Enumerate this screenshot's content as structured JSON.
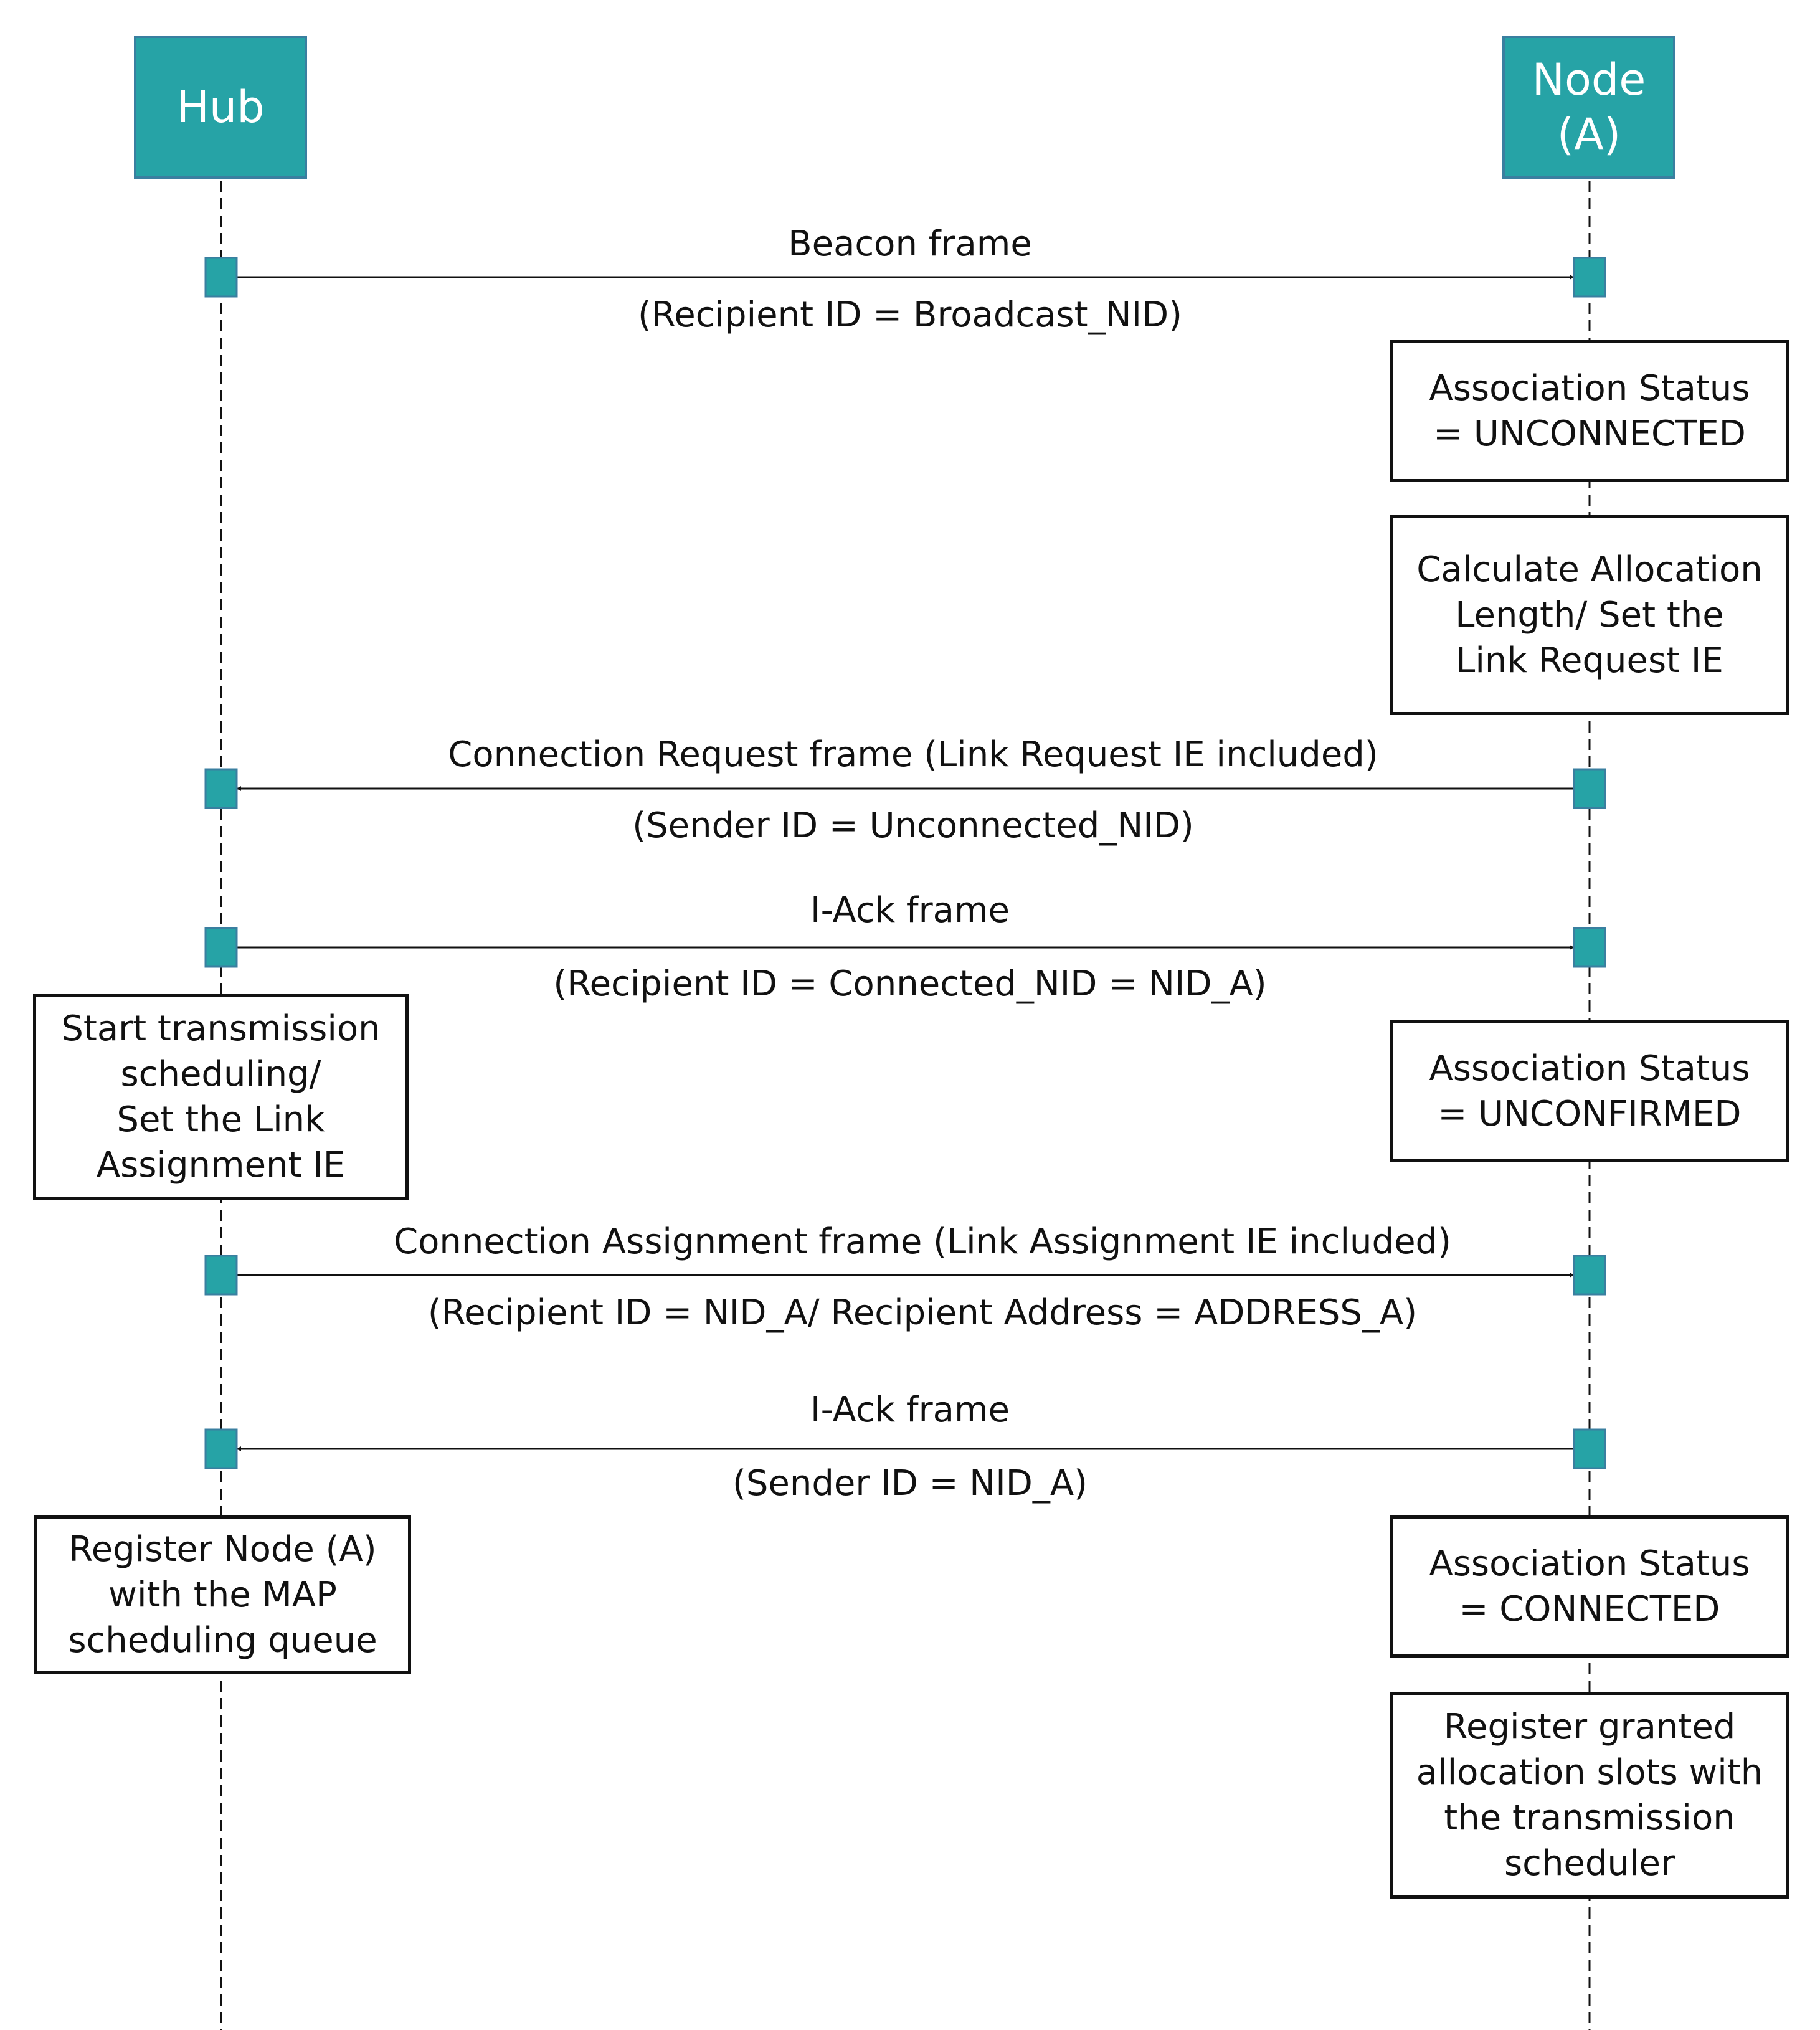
{
  "participants": {
    "hub": "Hub",
    "node": "Node\n(A)"
  },
  "messages": [
    {
      "label": "Beacon frame",
      "detail": "(Recipient ID = Broadcast_NID)",
      "from": "hub",
      "to": "node"
    },
    {
      "label": "Connection Request frame (Link Request IE included)",
      "detail": "(Sender ID = Unconnected_NID)",
      "from": "node",
      "to": "hub"
    },
    {
      "label": "I-Ack frame",
      "detail": "(Recipient ID = Connected_NID = NID_A)",
      "from": "hub",
      "to": "node"
    },
    {
      "label": "Connection Assignment frame (Link Assignment IE included)",
      "detail": "(Recipient ID = NID_A/ Recipient Address = ADDRESS_A)",
      "from": "hub",
      "to": "node"
    },
    {
      "label": "I-Ack frame",
      "detail": "(Sender ID = NID_A)",
      "from": "node",
      "to": "hub"
    }
  ],
  "notes": {
    "node_status_unconnected": "Association Status\n= UNCONNECTED",
    "node_calculate": "Calculate Allocation\nLength/ Set the\nLink Request IE",
    "hub_start_scheduling": "Start transmission\nscheduling/\nSet the Link\nAssignment IE",
    "node_status_unconfirmed": "Association Status\n= UNCONFIRMED",
    "hub_register_node": "Register Node (A)\nwith the MAP\nscheduling queue",
    "node_status_connected": "Association Status\n= CONNECTED",
    "node_register_slots": "Register granted\nallocation slots with\nthe transmission\nscheduler"
  },
  "colors": {
    "participant_fill": "#26a3a6",
    "participant_border": "#3a7fa0",
    "activation_fill": "#26a3a6",
    "line": "#111111"
  }
}
